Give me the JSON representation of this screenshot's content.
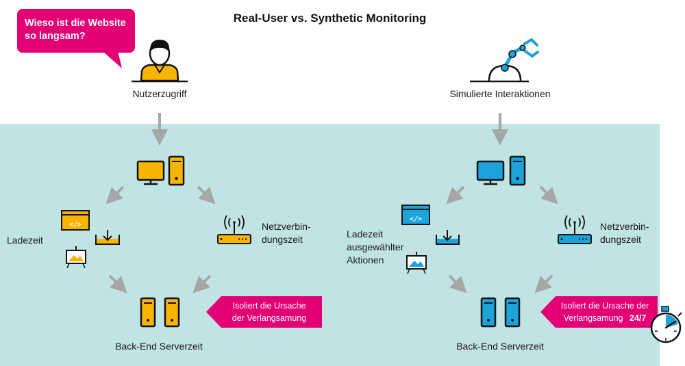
{
  "title": "Real-User vs. Synthetic Monitoring",
  "speech_bubble": "Wieso ist die Website so langsam?",
  "left": {
    "actor_label": "Nutzerzugriff",
    "load_label": "Ladezeit",
    "network_label": "Netzverbin-\ndungszeit",
    "note": "Isoliert die Ursache\nder Verlangsamung",
    "server_label": "Back-End Serverzeit",
    "accent": "#f7b500"
  },
  "right": {
    "actor_label": "Simulierte Interaktionen",
    "load_label": "Ladezeit\nausgewählter\nAktionen",
    "network_label": "Netzverbin-\ndungszeit",
    "note": "Isoliert die Ursache der\nVerlangsamung",
    "note_emphasis": "24/7",
    "server_label": "Back-End Serverzeit",
    "accent": "#1ba3dc"
  },
  "colors": {
    "brand_magenta": "#e20074",
    "panel": "#c0e3e3",
    "arrow": "#a6a6a6"
  },
  "icons": [
    "user-icon",
    "robot-arm-icon",
    "monitor-icon",
    "server-icon",
    "code-window-icon",
    "download-icon",
    "picture-icon",
    "router-icon",
    "stopwatch-icon"
  ]
}
